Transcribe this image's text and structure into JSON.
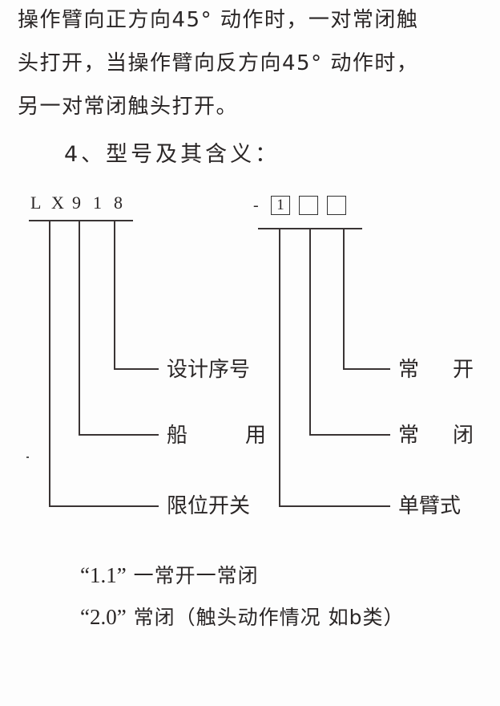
{
  "paragraph": {
    "lines": [
      "操作臂向正方向45°  动作时，一对常闭触",
      "头打开，当操作臂向反方向45°  动作时，",
      "另一对常闭触头打开。"
    ]
  },
  "section": {
    "heading": "4、型号及其含义："
  },
  "model_code": {
    "left_chars": [
      "L",
      "X",
      "9",
      "1",
      "8"
    ],
    "right_prefix": "-",
    "right_boxes": [
      "1",
      "",
      ""
    ]
  },
  "left_labels": {
    "design_number": "设计序号",
    "marine_use_1": "船",
    "marine_use_2": "用",
    "limit_switch": "限位开关"
  },
  "right_labels": {
    "normally_open_1": "常",
    "normally_open_2": "开",
    "normally_closed_1": "常",
    "normally_closed_2": "闭",
    "single_arm": "单臂式"
  },
  "notes": [
    {
      "code": "“1.1”",
      "text": "一常开一常闭"
    },
    {
      "code": "“2.0”",
      "text": "常闭（触头动作情况 如b类）"
    }
  ]
}
